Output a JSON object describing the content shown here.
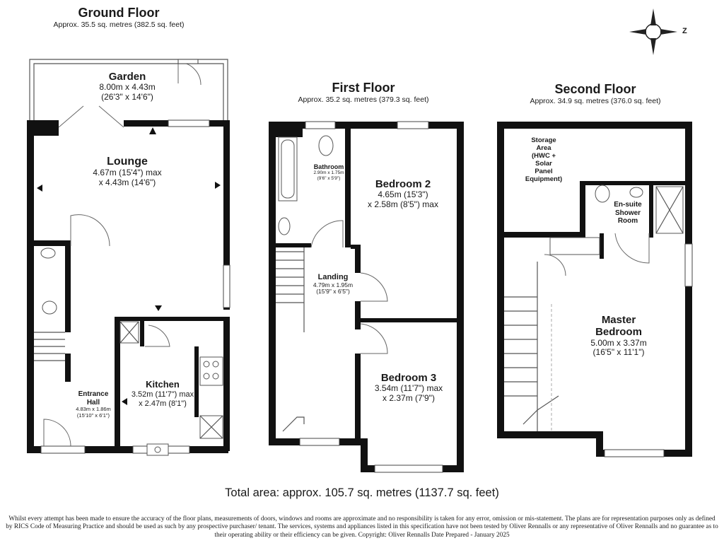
{
  "floors": [
    {
      "title": "Ground Floor",
      "area": "Approx. 35.5 sq. metres (382.5 sq. feet)"
    },
    {
      "title": "First Floor",
      "area": "Approx. 35.2 sq. metres (379.3 sq. feet)"
    },
    {
      "title": "Second Floor",
      "area": "Approx. 34.9 sq. metres (376.0 sq. feet)"
    }
  ],
  "rooms": {
    "garden": {
      "name": "Garden",
      "line1": "8.00m x 4.43m",
      "line2": "(26'3\" x 14'6\")"
    },
    "lounge": {
      "name": "Lounge",
      "line1": "4.67m (15'4\") max",
      "line2": "x 4.43m (14'6\")"
    },
    "entrance_hall": {
      "name1": "Entrance",
      "name2": "Hall",
      "line1": "4.83m x 1.86m",
      "line2": "(15'10\" x 6'1\")"
    },
    "kitchen": {
      "name": "Kitchen",
      "line1": "3.52m (11'7\") max",
      "line2": "x 2.47m (8'1\")"
    },
    "bathroom": {
      "name": "Bathroom",
      "line1": "2.90m x 1.75m",
      "line2": "(9'6\" x 5'9\")"
    },
    "bedroom2": {
      "name": "Bedroom 2",
      "line1": "4.65m (15'3\")",
      "line2": "x 2.58m (8'5\") max"
    },
    "landing": {
      "name": "Landing",
      "line1": "4.79m x 1.95m",
      "line2": "(15'9\" x 6'5\")"
    },
    "bedroom3": {
      "name": "Bedroom 3",
      "line1": "3.54m (11'7\") max",
      "line2": "x 2.37m (7'9\")"
    },
    "storage": {
      "line1": "Storage",
      "line2": "Area",
      "line3": "(HWC +",
      "line4": "Solar",
      "line5": "Panel",
      "line6": "Equipment)"
    },
    "ensuite": {
      "line1": "En-suite",
      "line2": "Shower",
      "line3": "Room"
    },
    "master": {
      "name1": "Master",
      "name2": "Bedroom",
      "line1": "5.00m x 3.37m",
      "line2": "(16'5\" x 11'1\")"
    }
  },
  "compass": {
    "label": "Z"
  },
  "total_area": "Total area: approx. 105.7 sq. metres (1137.7 sq. feet)",
  "disclaimer": "Whilst every attempt has been made to ensure the accuracy of the floor plans, measurements of doors, windows and rooms are approximate and no responsibility is taken for any error, omission or mis-statement. The plans are for representation purposes only as defined by RICS Code of Measuring Practice and should be used as such by any prospective purchaser/ tenant. The services, systems and appliances listed in this specification have not been tested by Oliver Rennalls or any representative of Oliver Rennalls and no guarantee as to their operating ability or their efficiency can be given. Copyright: Oliver Rennalls Date Prepared - January 2025"
}
